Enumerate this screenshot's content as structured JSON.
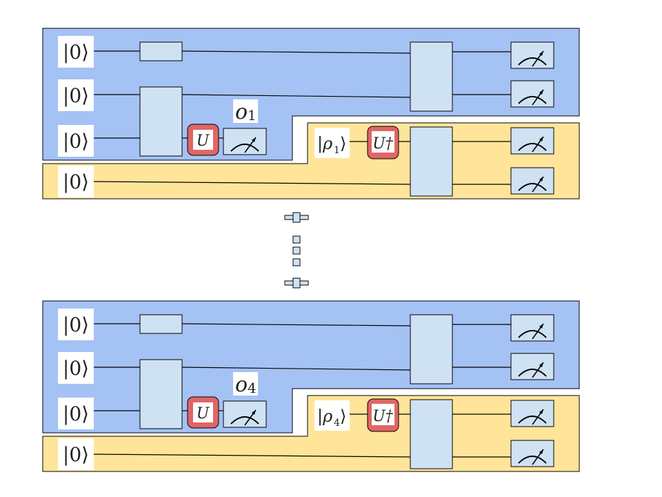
{
  "colors": {
    "upper_region": "#a4c2f4",
    "lower_region": "#ffe599",
    "gate_fill": "#cfe2f3",
    "unitary_fill": "#e06666",
    "wire": "#000000"
  },
  "panels": [
    {
      "qubit_kets": [
        "|0⟩",
        "|0⟩",
        "|0⟩",
        "|0⟩"
      ],
      "unitary_label": "U",
      "unitary_dagger_label": "U†",
      "observable_label": "o",
      "observable_sub": "1",
      "state_label": "|ρ",
      "state_sub": "1",
      "state_close": "⟩"
    },
    {
      "qubit_kets": [
        "|0⟩",
        "|0⟩",
        "|0⟩",
        "|0⟩"
      ],
      "unitary_label": "U",
      "unitary_dagger_label": "U†",
      "observable_label": "o",
      "observable_sub": "4",
      "state_label": "|ρ",
      "state_sub": "4",
      "state_close": "⟩"
    }
  ],
  "icons": {
    "meter": "measurement-meter-icon",
    "ellipsis": "vertical-ellipsis-icon"
  }
}
